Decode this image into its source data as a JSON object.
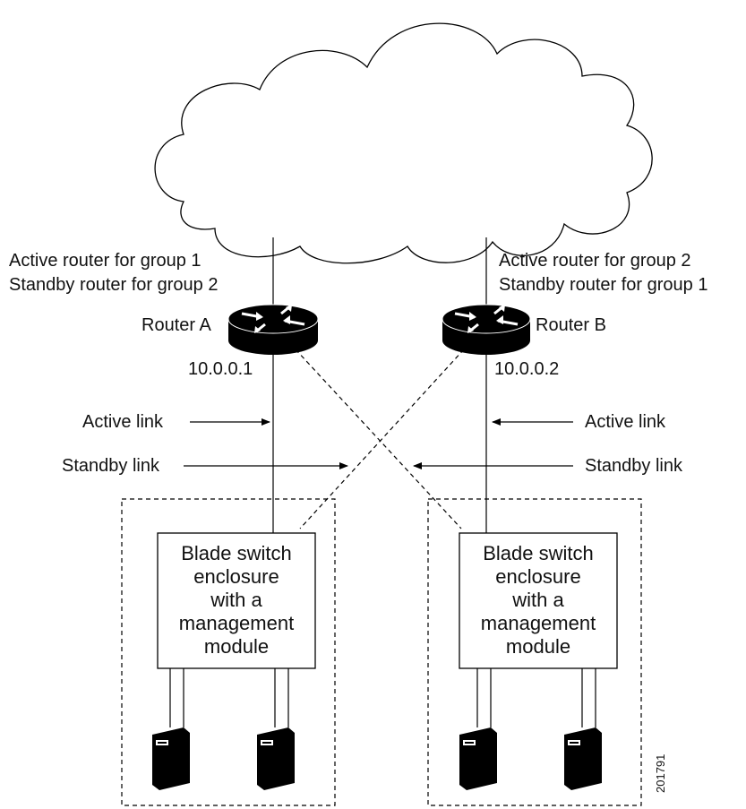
{
  "labels": {
    "router_a_roles": [
      "Active router for group 1",
      "Standby router for group 2"
    ],
    "router_b_roles": [
      "Active router for group 2",
      "Standby router for group 1"
    ],
    "router_a_name": "Router A",
    "router_b_name": "Router B",
    "router_a_ip": "10.0.0.1",
    "router_b_ip": "10.0.0.2",
    "active_link_left": "Active link",
    "active_link_right": "Active link",
    "standby_link_left": "Standby link",
    "standby_link_right": "Standby link",
    "enclosure_left": [
      "Blade switch",
      "enclosure",
      "with a",
      "management",
      "module"
    ],
    "enclosure_right": [
      "Blade switch",
      "enclosure",
      "with a",
      "management",
      "module"
    ],
    "figure_id": "201791"
  },
  "icons": {
    "cloud": "network-cloud-icon",
    "router": "router-icon",
    "server": "server-tower-icon"
  },
  "colors": {
    "line": "#000000",
    "device_fill": "#000000",
    "background": "#ffffff"
  }
}
